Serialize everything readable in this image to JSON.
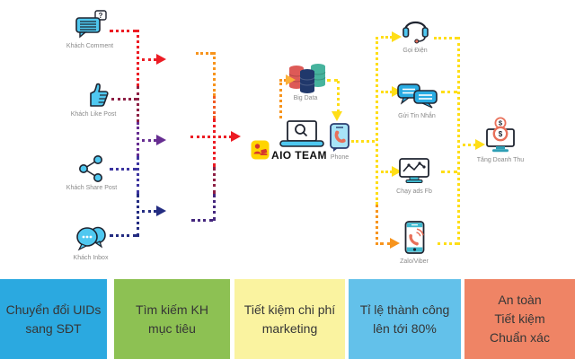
{
  "colors": {
    "red": "#EC1C24",
    "maroon": "#8E2045",
    "purple": "#662D91",
    "bluepurple": "#3D35A0",
    "navy": "#232C81",
    "deeppurple": "#45277E",
    "orange": "#F7941D",
    "orangered": "#F15A24",
    "yellow": "#FFDE17",
    "amber": "#FBB03B",
    "cyan": "#4FC8F0",
    "lightcyan": "#A8E4F7",
    "teal": "#3FB8CE",
    "tealdark": "#2F9FB5",
    "coral": "#E8705A",
    "msg_blue": "#29ABE2",
    "badge_yellow": "#FFD400",
    "badge_red": "#D6372C",
    "bigdata_red": "#DD5A57",
    "bigdata_navy": "#20386B",
    "bigdata_teal": "#46B39D",
    "outline": "#1F2430",
    "label_gray": "#8A8A8A",
    "text_dark": "#363636",
    "box1": "#2BA9E0",
    "box2": "#8DC153",
    "box3": "#FAF3A0",
    "box4": "#63C1EA",
    "box5": "#EF8465"
  },
  "sources": [
    {
      "label": "Khách Comment",
      "icon": "comment-question-icon",
      "bubble_text": "?"
    },
    {
      "label": "Khách Like Post",
      "icon": "thumbs-up-icon"
    },
    {
      "label": "Khách Share Post",
      "icon": "share-icon"
    },
    {
      "label": "Khách Inbox",
      "icon": "chat-bubbles-icon"
    }
  ],
  "hub": {
    "big_data": {
      "label": "Big Data",
      "icon": "database-stack-icon"
    },
    "team": {
      "label": "AIO TEAM",
      "icon": "laptop-search-icon"
    },
    "phone": {
      "label": "Phone",
      "icon": "phone-contact-icon"
    }
  },
  "channels": [
    {
      "label": "Gọi Điện",
      "icon": "headset-icon"
    },
    {
      "label": "Gửi Tin Nhắn",
      "icon": "messages-icon"
    },
    {
      "label": "Chạy ads Fb",
      "icon": "ads-chart-icon"
    },
    {
      "label": "Zalo/Viber",
      "icon": "phone-call-icon"
    }
  ],
  "outcome": {
    "label": "Tăng Doanh Thu",
    "icon": "revenue-monitor-icon",
    "coin_text": "$"
  },
  "benefits": [
    {
      "lines": [
        "Chuyển đổi UIDs",
        "sang SĐT"
      ]
    },
    {
      "lines": [
        "Tìm kiếm KH",
        "mục tiêu"
      ]
    },
    {
      "lines": [
        "Tiết kiệm chi phí",
        "marketing"
      ]
    },
    {
      "lines": [
        "Tỉ lệ thành công",
        "lên tới 80%"
      ]
    },
    {
      "lines": [
        "An toàn",
        "Tiết kiệm",
        "Chuẩn xác"
      ]
    }
  ]
}
